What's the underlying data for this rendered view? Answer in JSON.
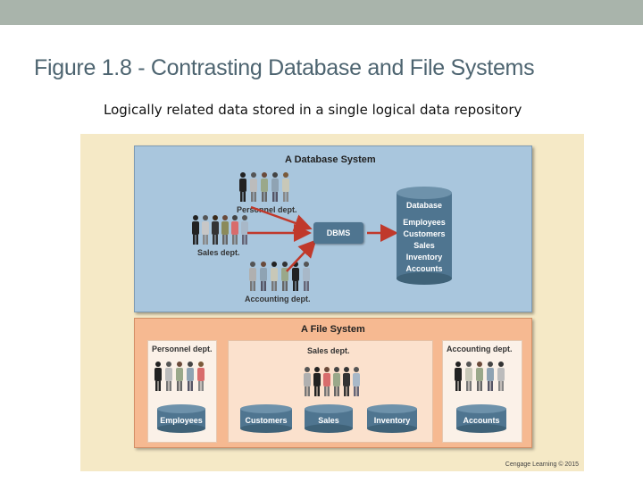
{
  "slide": {
    "title": "Figure 1.8 - Contrasting Database and File Systems",
    "subtitle": "Logically related data stored in a single logical data  repository"
  },
  "figure": {
    "db_system": {
      "title": "A Database System",
      "personnel_label": "Personnel dept.",
      "sales_label": "Sales dept.",
      "accounting_label": "Accounting dept.",
      "dbms_label": "DBMS",
      "database_title": "Database",
      "database_items": [
        "Employees",
        "Customers",
        "Sales",
        "Inventory",
        "Accounts"
      ]
    },
    "file_system": {
      "title": "A File System",
      "personnel_label": "Personnel dept.",
      "sales_label": "Sales dept.",
      "accounting_label": "Accounting dept.",
      "files": {
        "employees": "Employees",
        "customers": "Customers",
        "sales": "Sales",
        "inventory": "Inventory",
        "accounts": "Accounts"
      }
    },
    "credit": "Cengage Learning © 2015"
  },
  "colors": {
    "db_panel": "#a9c6dd",
    "fs_panel": "#f6b991",
    "cylinder": "#4f7590",
    "arrow": "#c0392b",
    "background": "#f5e9c6"
  }
}
